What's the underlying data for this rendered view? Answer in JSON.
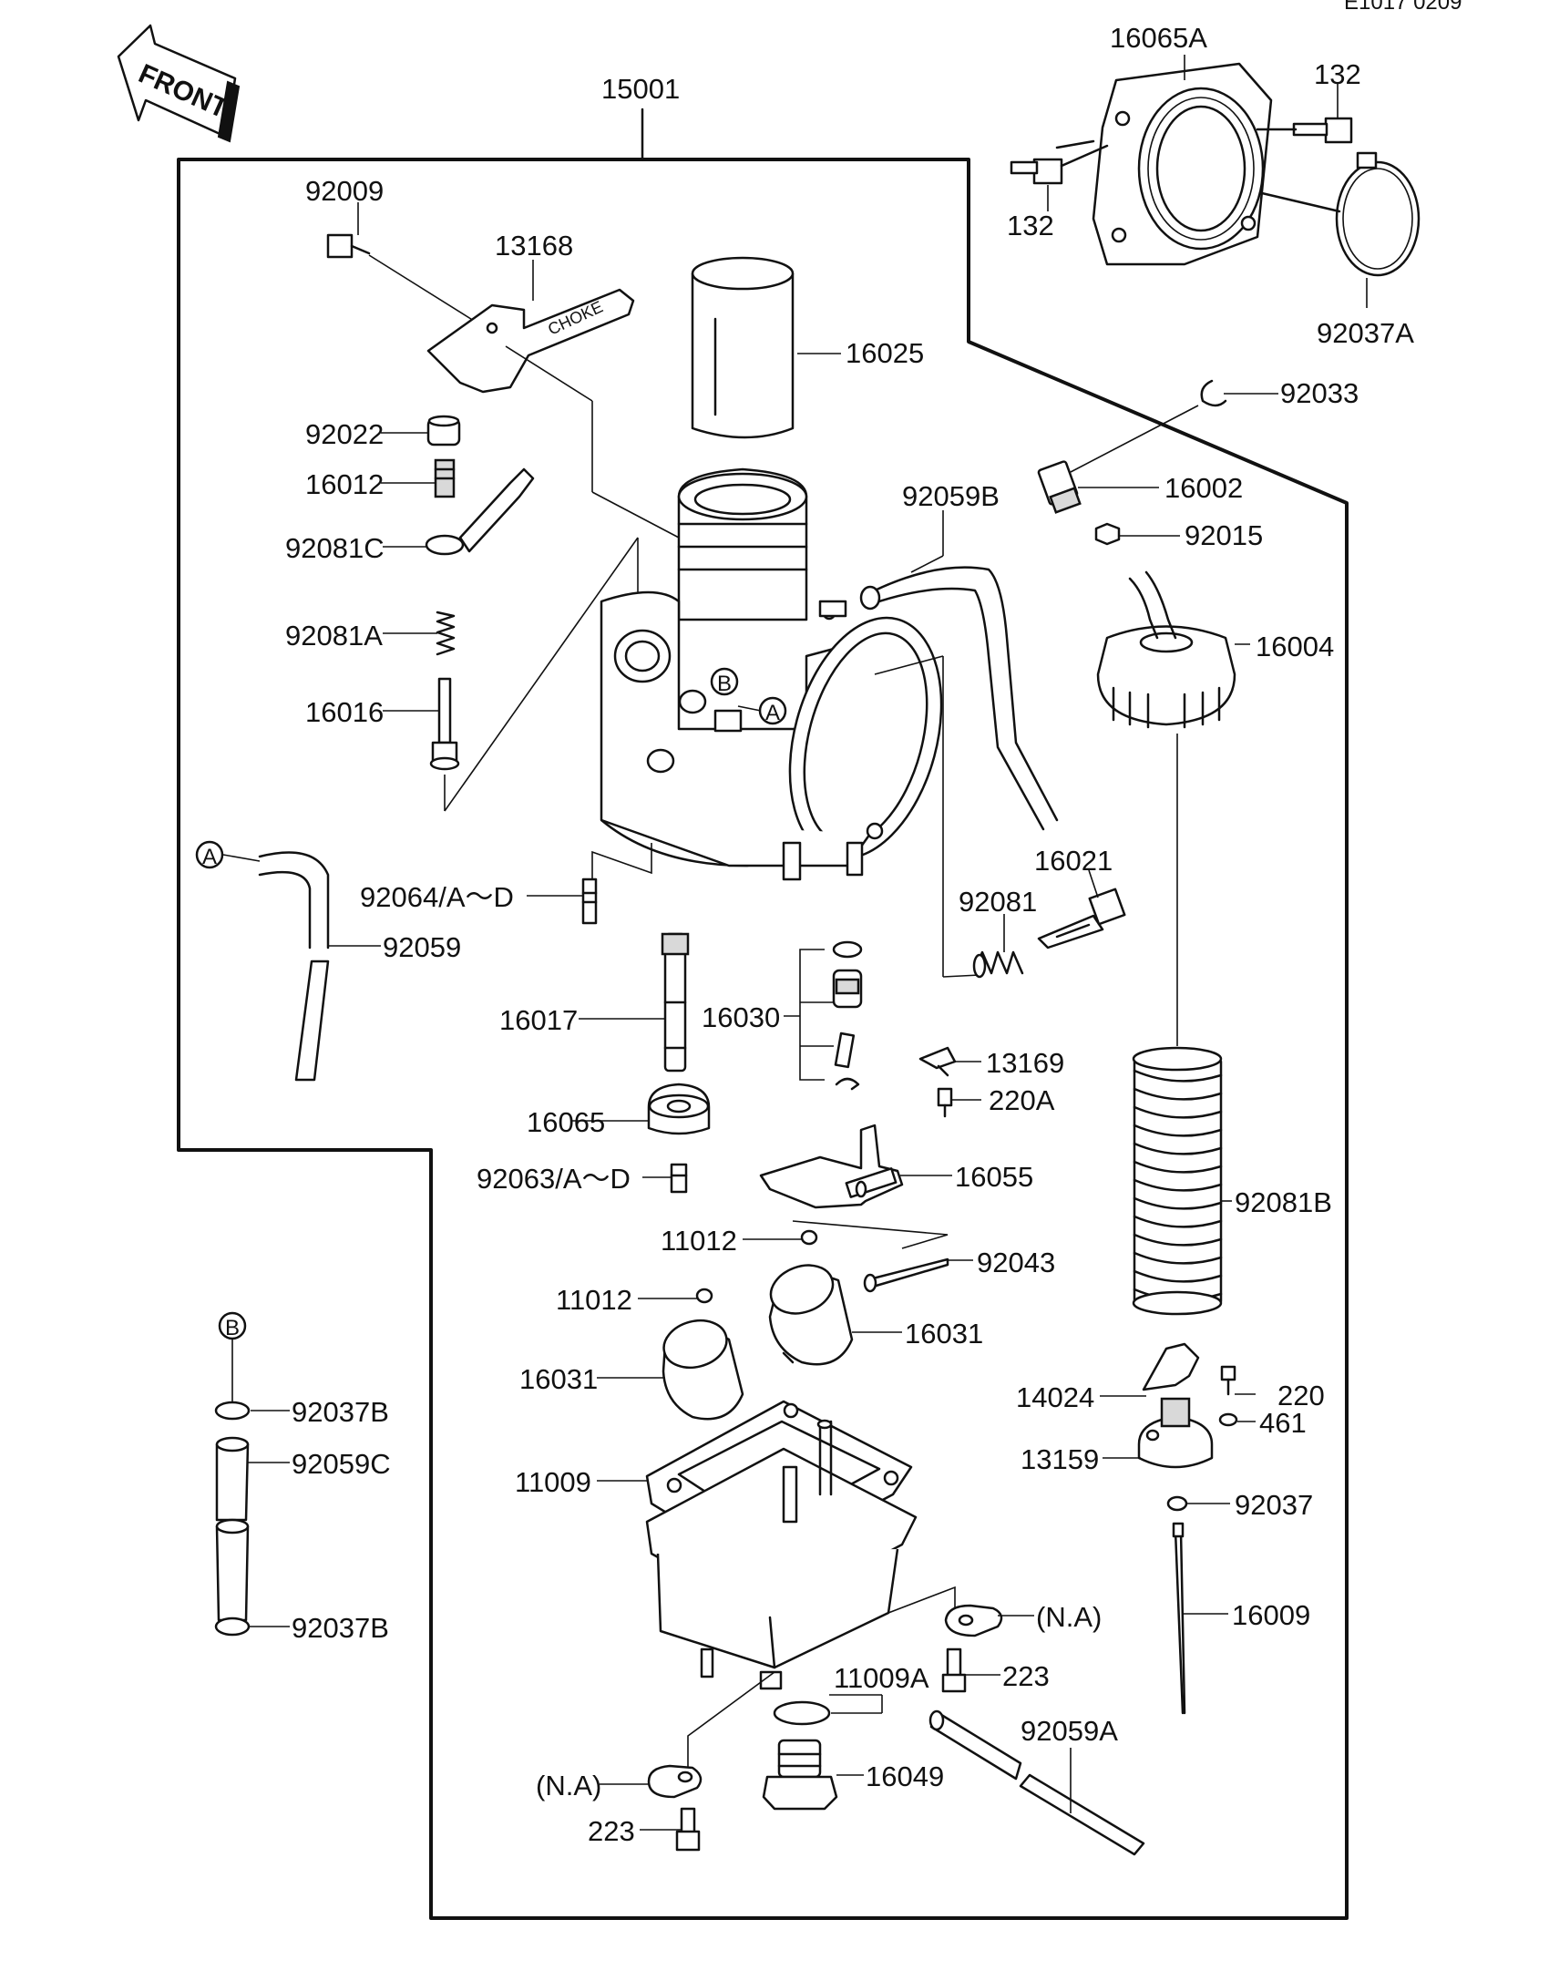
{
  "diagram": {
    "catalog_code": "E1017 0209",
    "direction_label": "FRONT",
    "labels": {
      "p15001": "15001",
      "p16065A": "16065A",
      "p132_top": "132",
      "p132_left": "132",
      "p92037A": "92037A",
      "p92009": "92009",
      "p13168": "13168",
      "p16025": "16025",
      "p92033": "92033",
      "p92022": "92022",
      "p16012": "16012",
      "p16002": "16002",
      "p92059B": "92059B",
      "p92015": "92015",
      "p92081C": "92081C",
      "p92081A": "92081A",
      "p16004": "16004",
      "p16016": "16016",
      "p92064": "92064/A～D",
      "p92059": "92059",
      "p16021": "16021",
      "p92081": "92081",
      "p16017": "16017",
      "p16030": "16030",
      "p13169": "13169",
      "p220A": "220A",
      "p16065": "16065",
      "p92063": "92063/A～D",
      "p16055": "16055",
      "p92081B": "92081B",
      "p11012_a": "11012",
      "p92043": "92043",
      "p11012_b": "11012",
      "p16031_a": "16031",
      "p16031_b": "16031",
      "p92037B_top": "92037B",
      "p92059C": "92059C",
      "p14024": "14024",
      "p220": "220",
      "p461": "461",
      "p11009": "11009",
      "p13159": "13159",
      "p92037": "92037",
      "p92037B_bottom": "92037B",
      "p16009": "16009",
      "pNA_right": "(N.A)",
      "p223_right": "223",
      "p11009A": "11009A",
      "p92059A": "92059A",
      "p16049": "16049",
      "pNA_left": "(N.A)",
      "p223_left": "223"
    },
    "markers": {
      "a": "A",
      "b": "B"
    }
  }
}
